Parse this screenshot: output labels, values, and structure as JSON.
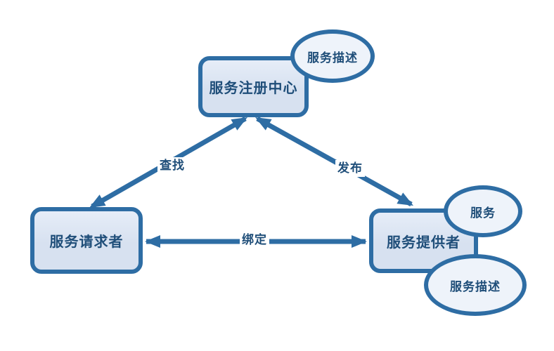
{
  "colors": {
    "border": "#2e6da4",
    "box_fill": "#d7e1f0",
    "box_fill_light": "#e6edf8",
    "ellipse_fill": "#eef3fa",
    "text": "#1f4e79",
    "background": "#ffffff"
  },
  "nodes": {
    "registry": {
      "label": "服务注册中心"
    },
    "requester": {
      "label": "服务请求者"
    },
    "provider": {
      "label": "服务提供者"
    },
    "service": {
      "label": "服务"
    },
    "service_description_top": {
      "label": "服务描述"
    },
    "service_description_bottom": {
      "label": "服务描述"
    }
  },
  "edges": {
    "find": {
      "label": "查找"
    },
    "publish": {
      "label": "发布"
    },
    "bind": {
      "label": "绑定"
    }
  }
}
